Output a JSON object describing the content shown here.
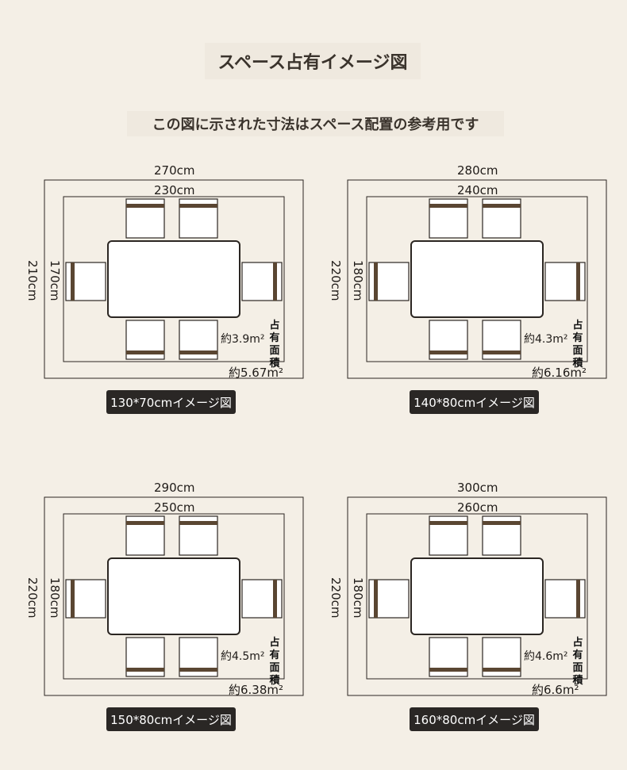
{
  "title": "スペース占有イメージ図",
  "subtitle": "この図に示された寸法はスペース配置の参考用です",
  "occupied_label": [
    "占",
    "有",
    "面",
    "積"
  ],
  "colors": {
    "background": "#f4efe6",
    "line": "#2b2622",
    "chair": "#5a4632",
    "caption_bg": "#2a2725"
  },
  "panels": [
    {
      "outer_width": "270cm",
      "inner_width": "230cm",
      "outer_depth": "210cm",
      "inner_depth": "170cm",
      "inner_area": "約3.9m²",
      "outer_area": "約5.67m²",
      "caption": "130*70cmイメージ図"
    },
    {
      "outer_width": "280cm",
      "inner_width": "240cm",
      "outer_depth": "220cm",
      "inner_depth": "180cm",
      "inner_area": "約4.3m²",
      "outer_area": "約6.16m²",
      "caption": "140*80cmイメージ図"
    },
    {
      "outer_width": "290cm",
      "inner_width": "250cm",
      "outer_depth": "220cm",
      "inner_depth": "180cm",
      "inner_area": "約4.5m²",
      "outer_area": "約6.38m²",
      "caption": "150*80cmイメージ図"
    },
    {
      "outer_width": "300cm",
      "inner_width": "260cm",
      "outer_depth": "220cm",
      "inner_depth": "180cm",
      "inner_area": "約4.6m²",
      "outer_area": "約6.6m²",
      "caption": "160*80cmイメージ図"
    }
  ]
}
